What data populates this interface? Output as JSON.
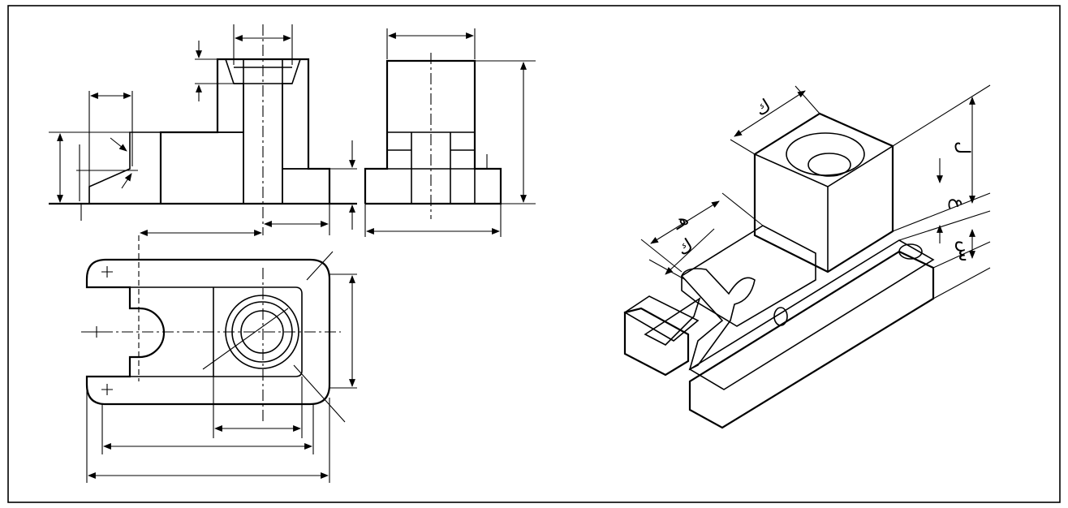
{
  "labels": {
    "k_top": "ك",
    "k_left": "ك",
    "h_left": "هـ",
    "l_height": "ل",
    "ain": "ع",
    "sin": "س"
  }
}
